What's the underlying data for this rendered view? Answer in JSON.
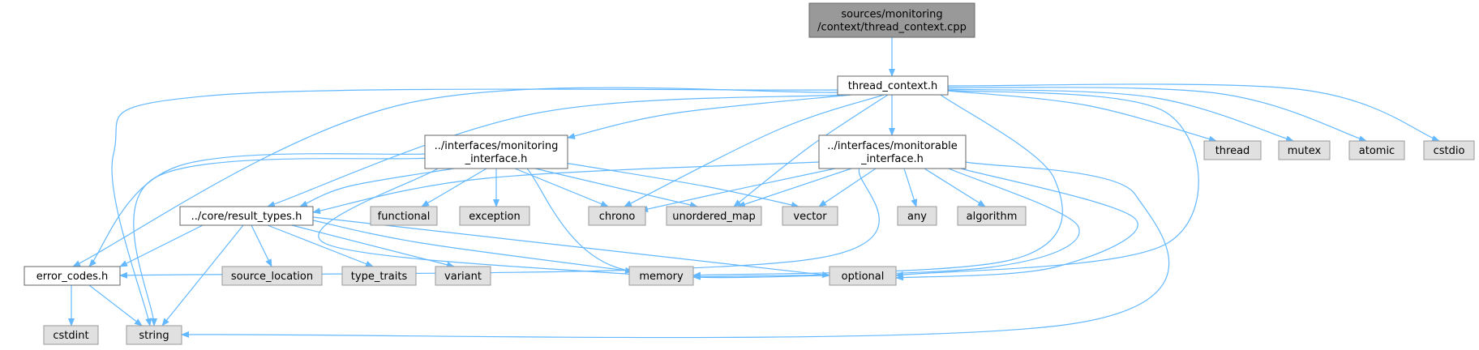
{
  "graph": {
    "colors": {
      "root_fill": "#999999",
      "root_stroke": "#666666",
      "header_fill": "#ffffff",
      "header_stroke": "#666666",
      "std_fill": "#e0e0e0",
      "std_stroke": "#999999",
      "edge": "#63b8ff"
    },
    "nodes": [
      {
        "id": "root",
        "kind": "root",
        "lines": [
          "sources/monitoring",
          "/context/thread_context.cpp"
        ]
      },
      {
        "id": "thread_context",
        "kind": "header",
        "lines": [
          "thread_context.h"
        ]
      },
      {
        "id": "monitoring_interface",
        "kind": "header",
        "lines": [
          "../interfaces/monitoring",
          "_interface.h"
        ]
      },
      {
        "id": "monitorable_interface",
        "kind": "header",
        "lines": [
          "../interfaces/monitorable",
          "_interface.h"
        ]
      },
      {
        "id": "result_types",
        "kind": "header",
        "lines": [
          "../core/result_types.h"
        ]
      },
      {
        "id": "error_codes",
        "kind": "header",
        "lines": [
          "error_codes.h"
        ]
      },
      {
        "id": "thread",
        "kind": "std",
        "lines": [
          "thread"
        ]
      },
      {
        "id": "mutex",
        "kind": "std",
        "lines": [
          "mutex"
        ]
      },
      {
        "id": "atomic",
        "kind": "std",
        "lines": [
          "atomic"
        ]
      },
      {
        "id": "cstdio",
        "kind": "std",
        "lines": [
          "cstdio"
        ]
      },
      {
        "id": "functional",
        "kind": "std",
        "lines": [
          "functional"
        ]
      },
      {
        "id": "exception",
        "kind": "std",
        "lines": [
          "exception"
        ]
      },
      {
        "id": "chrono",
        "kind": "std",
        "lines": [
          "chrono"
        ]
      },
      {
        "id": "unordered_map",
        "kind": "std",
        "lines": [
          "unordered_map"
        ]
      },
      {
        "id": "vector",
        "kind": "std",
        "lines": [
          "vector"
        ]
      },
      {
        "id": "any",
        "kind": "std",
        "lines": [
          "any"
        ]
      },
      {
        "id": "algorithm",
        "kind": "std",
        "lines": [
          "algorithm"
        ]
      },
      {
        "id": "source_location",
        "kind": "std",
        "lines": [
          "source_location"
        ]
      },
      {
        "id": "type_traits",
        "kind": "std",
        "lines": [
          "type_traits"
        ]
      },
      {
        "id": "variant",
        "kind": "std",
        "lines": [
          "variant"
        ]
      },
      {
        "id": "memory",
        "kind": "std",
        "lines": [
          "memory"
        ]
      },
      {
        "id": "optional",
        "kind": "std",
        "lines": [
          "optional"
        ]
      },
      {
        "id": "cstdint",
        "kind": "std",
        "lines": [
          "cstdint"
        ]
      },
      {
        "id": "string",
        "kind": "std",
        "lines": [
          "string"
        ]
      }
    ],
    "edges": [
      {
        "from": "root",
        "to": "thread_context"
      },
      {
        "from": "thread_context",
        "to": "monitoring_interface"
      },
      {
        "from": "thread_context",
        "to": "monitorable_interface"
      },
      {
        "from": "thread_context",
        "to": "result_types"
      },
      {
        "from": "thread_context",
        "to": "error_codes"
      },
      {
        "from": "thread_context",
        "to": "string"
      },
      {
        "from": "thread_context",
        "to": "chrono"
      },
      {
        "from": "thread_context",
        "to": "unordered_map"
      },
      {
        "from": "thread_context",
        "to": "memory"
      },
      {
        "from": "thread_context",
        "to": "optional"
      },
      {
        "from": "thread_context",
        "to": "thread"
      },
      {
        "from": "thread_context",
        "to": "mutex"
      },
      {
        "from": "thread_context",
        "to": "atomic"
      },
      {
        "from": "thread_context",
        "to": "cstdio"
      },
      {
        "from": "monitoring_interface",
        "to": "result_types"
      },
      {
        "from": "monitoring_interface",
        "to": "error_codes"
      },
      {
        "from": "monitoring_interface",
        "to": "string"
      },
      {
        "from": "monitoring_interface",
        "to": "functional"
      },
      {
        "from": "monitoring_interface",
        "to": "exception"
      },
      {
        "from": "monitoring_interface",
        "to": "chrono"
      },
      {
        "from": "monitoring_interface",
        "to": "unordered_map"
      },
      {
        "from": "monitoring_interface",
        "to": "vector"
      },
      {
        "from": "monitoring_interface",
        "to": "memory"
      },
      {
        "from": "monitoring_interface",
        "to": "optional"
      },
      {
        "from": "monitorable_interface",
        "to": "result_types"
      },
      {
        "from": "monitorable_interface",
        "to": "error_codes"
      },
      {
        "from": "monitorable_interface",
        "to": "chrono"
      },
      {
        "from": "monitorable_interface",
        "to": "unordered_map"
      },
      {
        "from": "monitorable_interface",
        "to": "vector"
      },
      {
        "from": "monitorable_interface",
        "to": "any"
      },
      {
        "from": "monitorable_interface",
        "to": "algorithm"
      },
      {
        "from": "monitorable_interface",
        "to": "memory"
      },
      {
        "from": "monitorable_interface",
        "to": "optional"
      },
      {
        "from": "monitorable_interface",
        "to": "string"
      },
      {
        "from": "result_types",
        "to": "error_codes"
      },
      {
        "from": "result_types",
        "to": "string"
      },
      {
        "from": "result_types",
        "to": "source_location"
      },
      {
        "from": "result_types",
        "to": "type_traits"
      },
      {
        "from": "result_types",
        "to": "variant"
      },
      {
        "from": "result_types",
        "to": "memory"
      },
      {
        "from": "result_types",
        "to": "optional"
      },
      {
        "from": "error_codes",
        "to": "cstdint"
      },
      {
        "from": "error_codes",
        "to": "string"
      }
    ]
  }
}
